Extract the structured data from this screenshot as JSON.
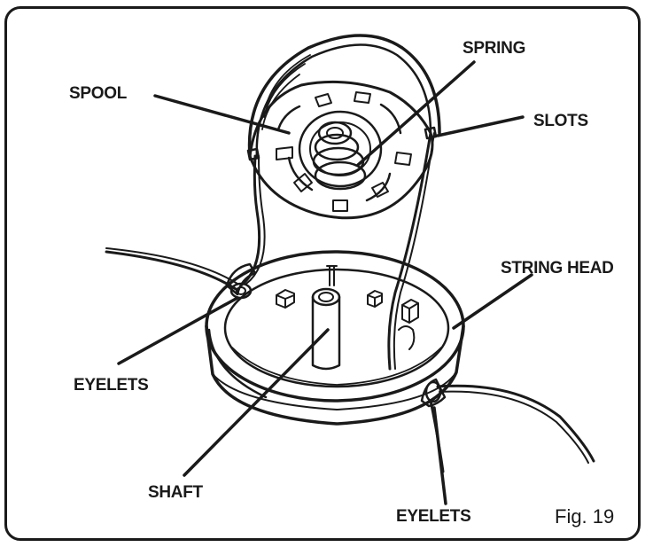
{
  "callouts": {
    "spool": "SPOOL",
    "spring": "SPRING",
    "slots": "SLOTS",
    "string_head": "STRING HEAD",
    "eyelets_left": "EYELETS",
    "shaft": "SHAFT",
    "eyelets_bottom": "EYELETS"
  },
  "figure_label": "Fig. 19",
  "colors": {
    "ink": "#1a1a1a",
    "background": "#ffffff"
  }
}
